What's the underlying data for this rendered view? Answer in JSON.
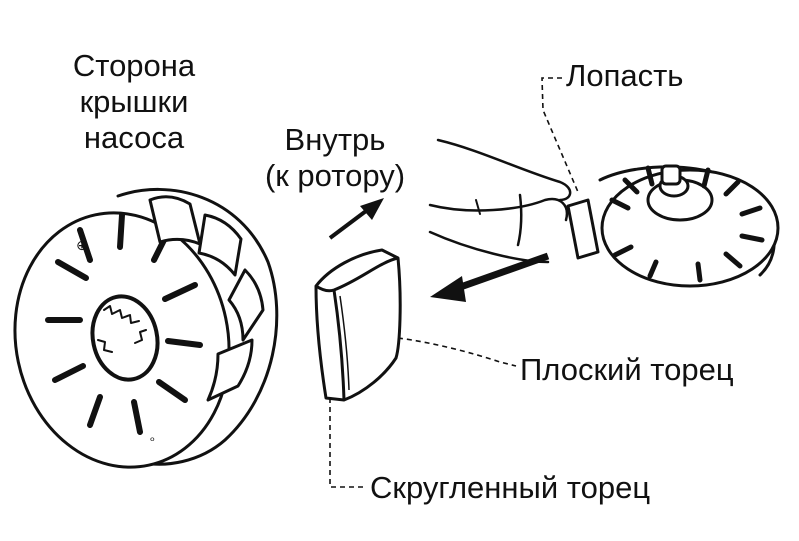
{
  "labels": {
    "pump_cover_side": [
      "Сторона",
      "крышки",
      "насоса"
    ],
    "inward": [
      "Внутрь",
      "(к ротору)"
    ],
    "vane": "Лопасть",
    "flat_end": "Плоский торец",
    "rounded_end": "Скругленный торец"
  },
  "colors": {
    "ink": "#111111",
    "background": "#ffffff"
  }
}
